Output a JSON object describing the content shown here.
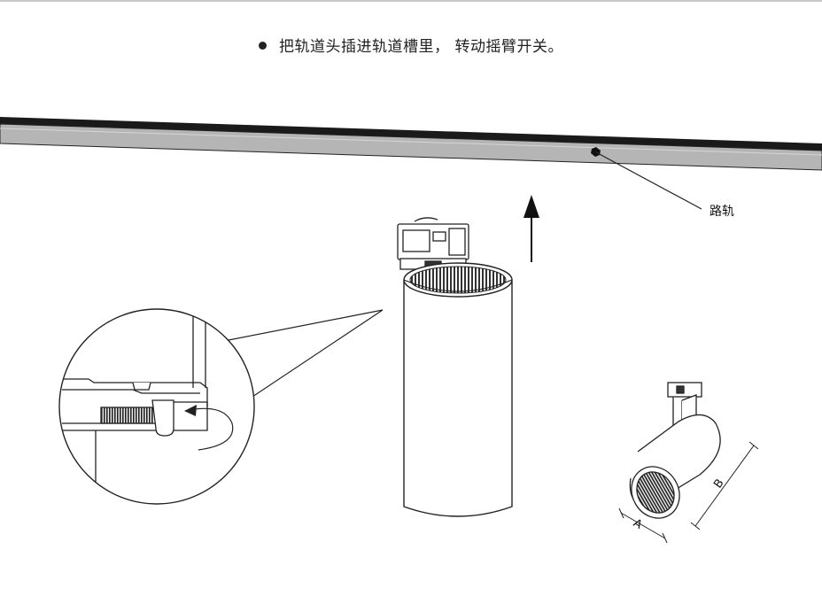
{
  "instruction": {
    "text": "把轨道头插进轨道槽里， 转动摇臂开关。"
  },
  "labels": {
    "rail": "路轨",
    "dim_a": "A",
    "dim_b": "B"
  },
  "icons": {
    "bullet": "bullet-dot-icon",
    "arrow": "up-arrow-icon"
  },
  "colors": {
    "line": "#222222",
    "rail_fill": "#b3b3b3",
    "rail_dark": "#1a1a1a"
  }
}
